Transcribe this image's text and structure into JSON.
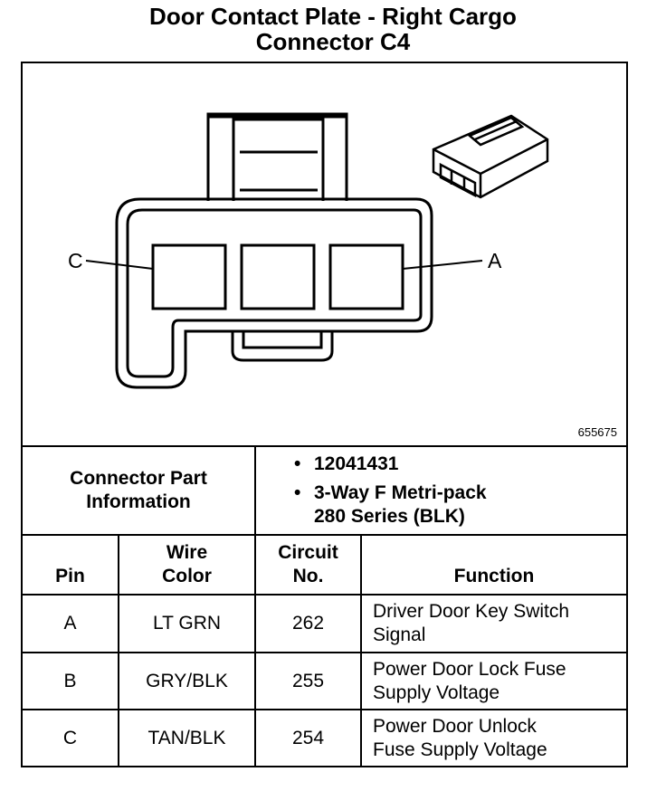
{
  "title": {
    "line1": "Door Contact Plate - Right Cargo",
    "line2": "Connector C4"
  },
  "diagram": {
    "pin_label_left": "C",
    "pin_label_right": "A",
    "figure_number": "655675"
  },
  "connector_info": {
    "label_line1": "Connector Part",
    "label_line2": "Information",
    "bullet": "•",
    "items": [
      {
        "line1": "12041431",
        "line2": ""
      },
      {
        "line1": "3-Way F Metri-pack",
        "line2": "280 Series (BLK)"
      }
    ]
  },
  "table": {
    "headers": {
      "pin": "Pin",
      "wire_color_line1": "Wire",
      "wire_color_line2": "Color",
      "circuit_line1": "Circuit",
      "circuit_line2": "No.",
      "function": "Function"
    },
    "rows": [
      {
        "pin": "A",
        "wire_color": "LT GRN",
        "circuit": "262",
        "function_line1": "Driver Door Key Switch",
        "function_line2": "Signal"
      },
      {
        "pin": "B",
        "wire_color": "GRY/BLK",
        "circuit": "255",
        "function_line1": "Power Door Lock Fuse",
        "function_line2": "Supply Voltage"
      },
      {
        "pin": "C",
        "wire_color": "TAN/BLK",
        "circuit": "254",
        "function_line1": "Power Door Unlock",
        "function_line2": "Fuse Supply Voltage"
      }
    ]
  }
}
